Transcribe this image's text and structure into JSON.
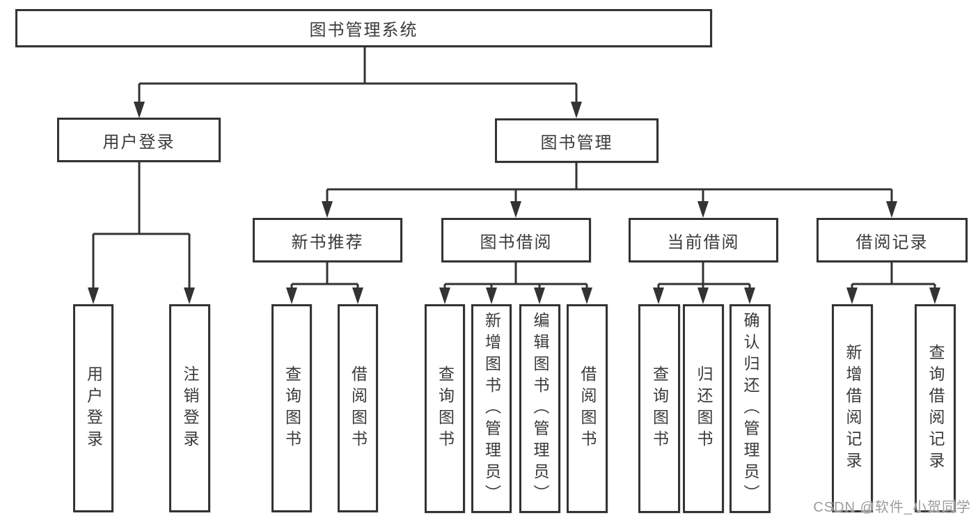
{
  "diagram": {
    "root": {
      "label": "图书管理系统"
    },
    "branches": [
      {
        "label": "用户登录",
        "children": [
          {
            "label": "用户登录"
          },
          {
            "label": "注销登录"
          }
        ]
      },
      {
        "label": "图书管理",
        "children": [
          {
            "label": "新书推荐",
            "children": [
              {
                "label": "查询图书"
              },
              {
                "label": "借阅图书"
              }
            ]
          },
          {
            "label": "图书借阅",
            "children": [
              {
                "label": "查询图书"
              },
              {
                "label": "新增图书（管理员）"
              },
              {
                "label": "编辑图书（管理员）"
              },
              {
                "label": "借阅图书"
              }
            ]
          },
          {
            "label": "当前借阅",
            "children": [
              {
                "label": "查询图书"
              },
              {
                "label": "归还图书"
              },
              {
                "label": "确认归还（管理员）"
              }
            ]
          },
          {
            "label": "借阅记录",
            "children": [
              {
                "label": "新增借阅记录"
              },
              {
                "label": "查询借阅记录"
              }
            ]
          }
        ]
      }
    ]
  },
  "colors": {
    "line": "#333333",
    "text": "#3a3a3a",
    "watermark": "#949494"
  },
  "watermark": "CSDN @软件_小贺同学"
}
